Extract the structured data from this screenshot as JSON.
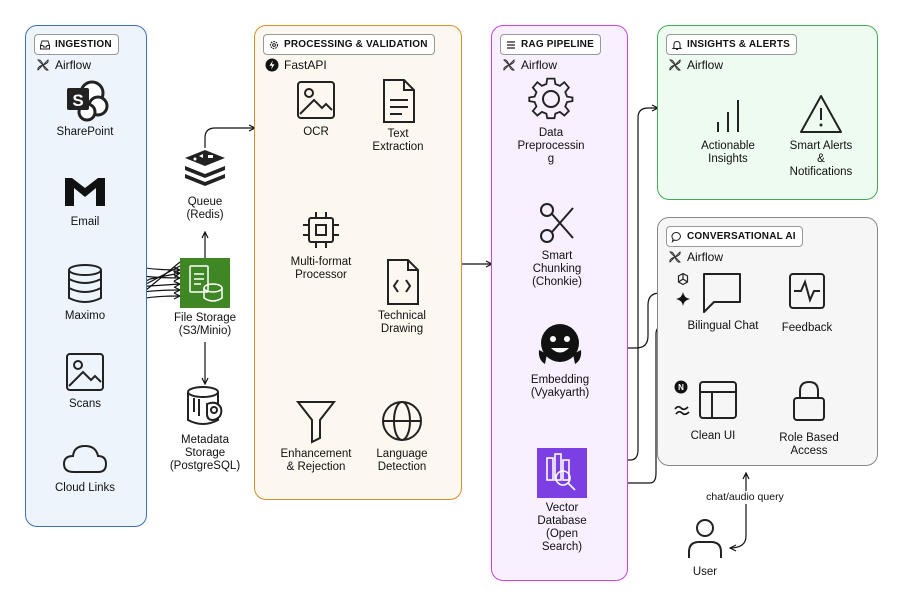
{
  "groups": {
    "ingestion": {
      "title": "INGESTION",
      "sub": "Airflow"
    },
    "processing": {
      "title": "PROCESSING & VALIDATION",
      "sub": "FastAPI"
    },
    "rag": {
      "title": "RAG PIPELINE",
      "sub": "Airflow"
    },
    "insights": {
      "title": "INSIGHTS & ALERTS",
      "sub": "Airflow"
    },
    "conversational": {
      "title": "CONVERSATIONAL AI",
      "sub": "Airflow"
    }
  },
  "nodes": {
    "sharepoint": "SharePoint",
    "email": "Email",
    "maximo": "Maximo",
    "scans": "Scans",
    "cloud_links": "Cloud Links",
    "queue": [
      "Queue",
      "(Redis)"
    ],
    "file_storage": [
      "File Storage",
      "(S3/Minio)"
    ],
    "metadata": [
      "Metadata",
      "Storage",
      "(PostgreSQL)"
    ],
    "ocr": "OCR",
    "text_extraction": [
      "Text",
      "Extraction"
    ],
    "processor": [
      "Multi-format",
      "Processor"
    ],
    "technical_drawing": [
      "Technical",
      "Drawing"
    ],
    "enhancement": [
      "Enhancement",
      "& Rejection"
    ],
    "language": [
      "Language",
      "Detection"
    ],
    "preprocessing": [
      "Data",
      "Preprocessin",
      "g"
    ],
    "chunking": [
      "Smart",
      "Chunking",
      "(Chonkie)"
    ],
    "embedding": [
      "Embedding",
      "(Vyakyarth)"
    ],
    "vectordb": [
      "Vector",
      "Database",
      "(Open",
      "Search)"
    ],
    "insights": [
      "Actionable",
      "Insights"
    ],
    "alerts": [
      "Smart Alerts",
      "&",
      "Notifications"
    ],
    "chat": "Bilingual Chat",
    "feedback": "Feedback",
    "clean_ui": "Clean UI",
    "role_access": [
      "Role Based",
      "Access"
    ],
    "user": "User"
  },
  "edges": {
    "query_label": "chat/audio query"
  },
  "colors": {
    "ingestion": "#3f6fb6",
    "processing": "#d4902c",
    "rag": "#cc44dd",
    "insights": "#44aa55",
    "conversational": "#888888",
    "aws_green": "#3f8624",
    "aws_purple": "#7b3fe4",
    "sharepoint": "#222222"
  }
}
